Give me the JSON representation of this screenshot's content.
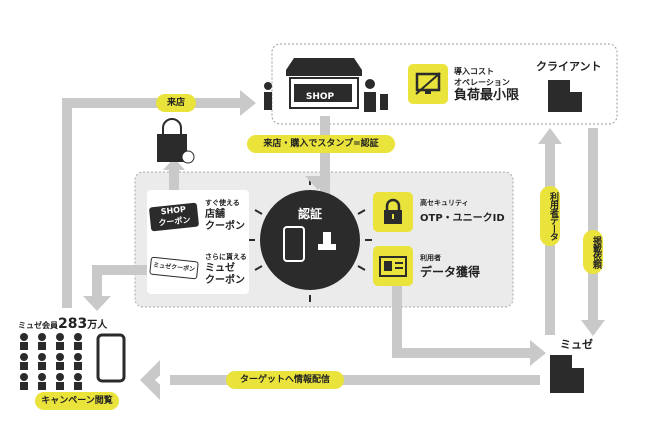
{
  "labels": {
    "visit": "来店",
    "stamp_auth": "来店・購入でスタンプ=認証",
    "user_data": "利用者データ",
    "listing_request": "掲載依頼",
    "target_delivery": "ターゲットへ情報配信",
    "campaign_view": "キャンペーン閲覧"
  },
  "client": {
    "shop_sign": "SHOP",
    "intro_cost_1": "導入コスト",
    "intro_cost_2": "オペレーション",
    "min_load": "負荷最小限",
    "name": "クライアント"
  },
  "center": {
    "coupon_shop_tag_1": "SHOP",
    "coupon_shop_tag_2": "クーポン",
    "coupon_shop_sub": "すぐ使える",
    "coupon_shop_1": "店舗",
    "coupon_shop_2": "クーポン",
    "coupon_museze_tag": "ミュゼクーポン",
    "coupon_museze_sub": "さらに貰える",
    "coupon_museze_1": "ミュゼ",
    "coupon_museze_2": "クーポン",
    "auth": "認証",
    "security_sub": "高セキュリティ",
    "security_main": "OTP・ユニークID",
    "user_sub": "利用者",
    "user_main": "データ獲得"
  },
  "members": {
    "prefix": "ミュゼ会員",
    "count": "283",
    "unit": "万人"
  },
  "museze": {
    "name": "ミュゼ"
  },
  "icons": [
    "shop-icon",
    "shopping-bag-icon",
    "lock-icon",
    "id-card-icon",
    "building-icon",
    "person-icon",
    "smartphone-icon",
    "stamp-icon",
    "monitor-icon"
  ],
  "colors": {
    "accent": "#e9e33b",
    "dark": "#2b2b2b",
    "arrow": "#c9c9c9",
    "panel": "#ebebeb"
  }
}
